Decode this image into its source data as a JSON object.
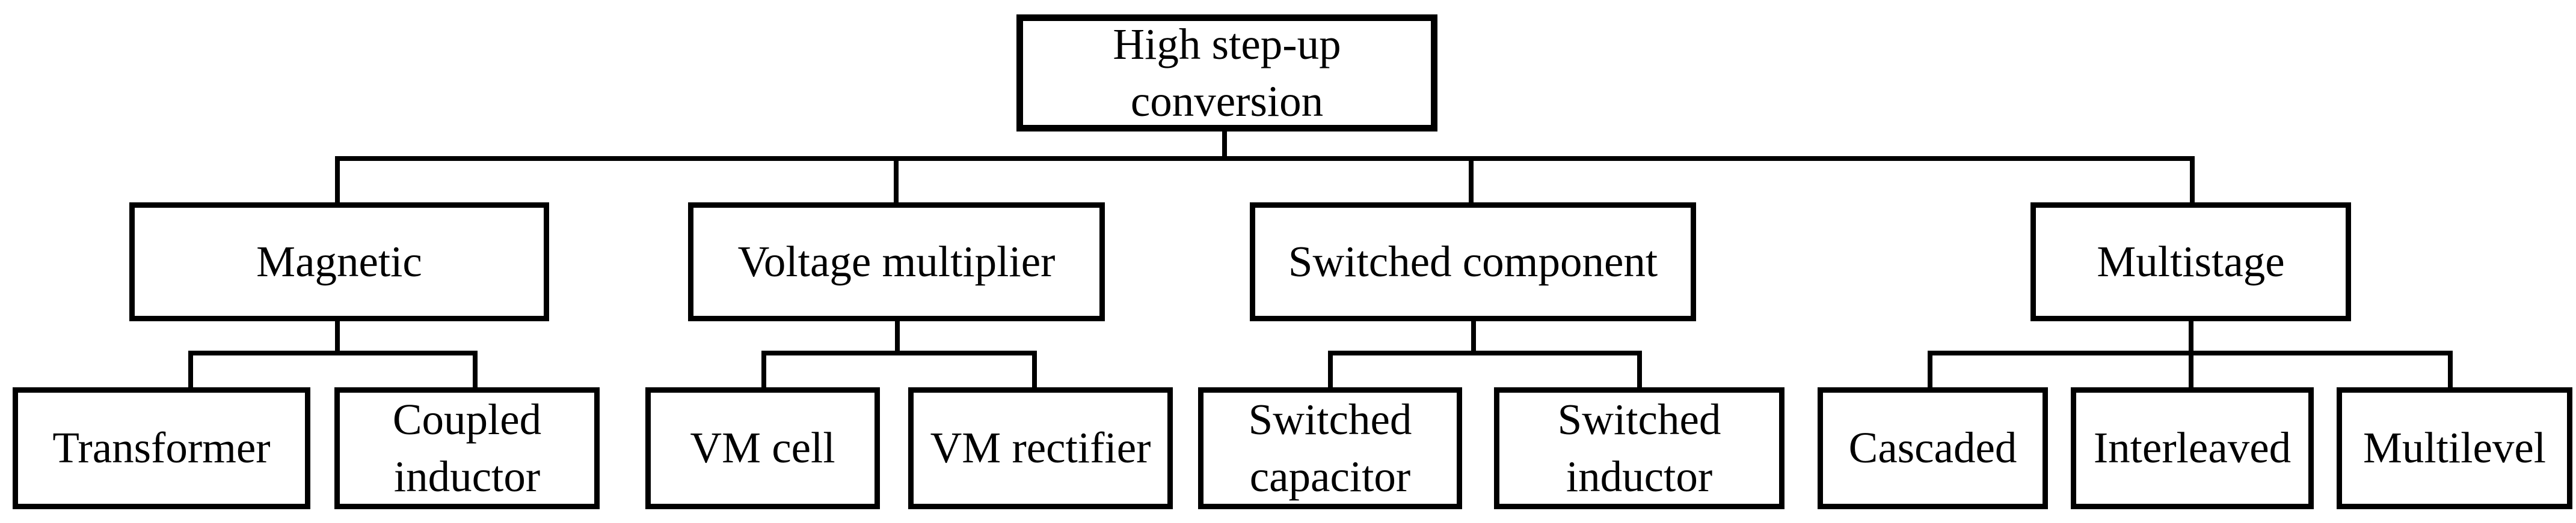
{
  "colors": {
    "line": "#000000",
    "text": "#000000",
    "box_fill": "#ffffff",
    "background": "#ffffff"
  },
  "tree": {
    "root": {
      "label": "High step-up\nconversion"
    },
    "groups": [
      {
        "label": "Magnetic",
        "children": [
          {
            "label": "Transformer"
          },
          {
            "label": "Coupled\ninductor"
          }
        ]
      },
      {
        "label": "Voltage multiplier",
        "children": [
          {
            "label": "VM cell"
          },
          {
            "label": "VM rectifier"
          }
        ]
      },
      {
        "label": "Switched component",
        "children": [
          {
            "label": "Switched\ncapacitor"
          },
          {
            "label": "Switched\ninductor"
          }
        ]
      },
      {
        "label": "Multistage",
        "children": [
          {
            "label": "Cascaded"
          },
          {
            "label": "Interleaved"
          },
          {
            "label": "Multilevel"
          }
        ]
      }
    ]
  }
}
